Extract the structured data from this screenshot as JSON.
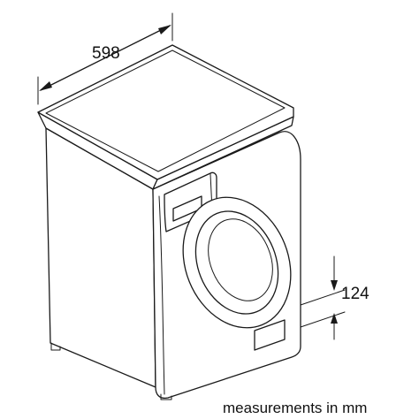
{
  "dimensions": {
    "width_value": "598",
    "height_value": "124"
  },
  "caption": "measurements in mm"
}
